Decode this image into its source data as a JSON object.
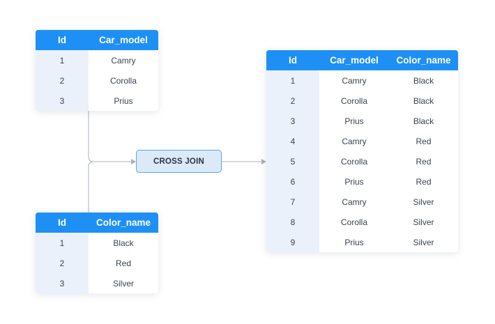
{
  "cars_table": {
    "columns": [
      "Id",
      "Car_model"
    ],
    "rows": [
      [
        "1",
        "Camry"
      ],
      [
        "2",
        "Corolla"
      ],
      [
        "3",
        "Prius"
      ]
    ]
  },
  "colors_table": {
    "columns": [
      "Id",
      "Color_name"
    ],
    "rows": [
      [
        "1",
        "Black"
      ],
      [
        "2",
        "Red"
      ],
      [
        "3",
        "Silver"
      ]
    ]
  },
  "operation": {
    "label": "CROSS JOIN"
  },
  "result_table": {
    "columns": [
      "Id",
      "Car_model",
      "Color_name"
    ],
    "rows": [
      [
        "1",
        "Camry",
        "Black"
      ],
      [
        "2",
        "Corolla",
        "Black"
      ],
      [
        "3",
        "Prius",
        "Black"
      ],
      [
        "4",
        "Camry",
        "Red"
      ],
      [
        "5",
        "Corolla",
        "Red"
      ],
      [
        "6",
        "Prius",
        "Red"
      ],
      [
        "7",
        "Camry",
        "Silver"
      ],
      [
        "8",
        "Corolla",
        "Silver"
      ],
      [
        "9",
        "Prius",
        "Silver"
      ]
    ]
  },
  "colors": {
    "header": "#1e90f5",
    "id_column": "#eaf1fb",
    "operation_fill": "#dbe9f8",
    "operation_border": "#58a4ea",
    "connector": "#a9b0b8"
  }
}
